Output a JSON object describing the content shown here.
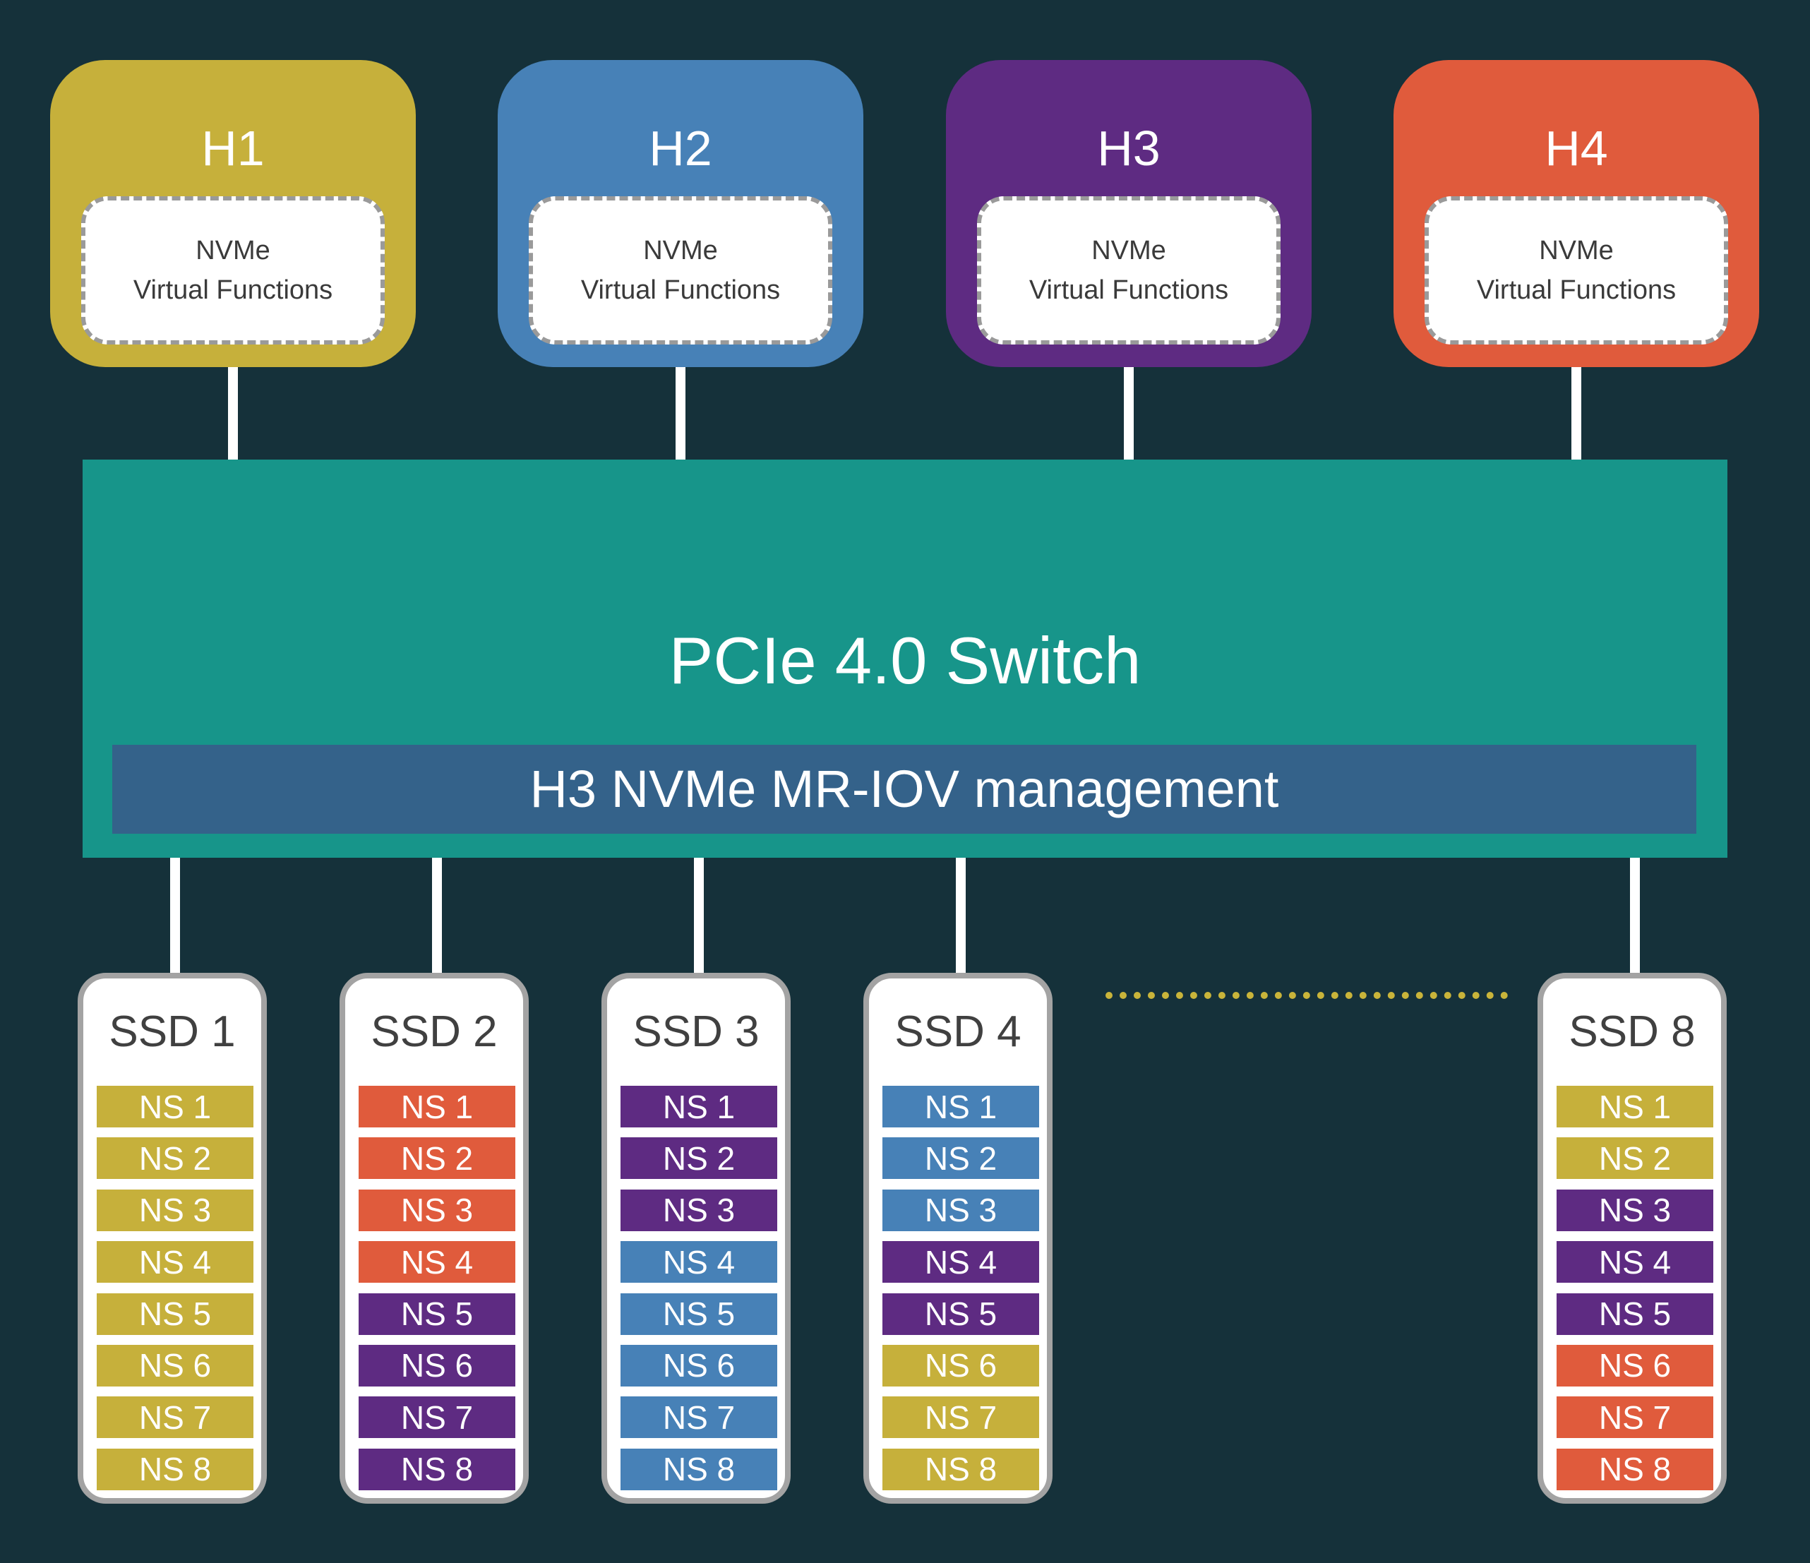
{
  "colors": {
    "background": "#15313a",
    "H1": "#c6b03b",
    "H2": "#4781b7",
    "H3": "#5e2b82",
    "H4": "#e05b3c",
    "switch": "#17958a",
    "management": "#34628a"
  },
  "hosts": [
    {
      "title": "H1",
      "color": "#c6b03b",
      "vf_line1": "NVMe",
      "vf_line2": "Virtual Functions"
    },
    {
      "title": "H2",
      "color": "#4781b7",
      "vf_line1": "NVMe",
      "vf_line2": "Virtual Functions"
    },
    {
      "title": "H3",
      "color": "#5e2b82",
      "vf_line1": "NVMe",
      "vf_line2": "Virtual Functions"
    },
    {
      "title": "H4",
      "color": "#e05b3c",
      "vf_line1": "NVMe",
      "vf_line2": "Virtual Functions"
    }
  ],
  "switch": {
    "title": "PCIe 4.0 Switch",
    "management": "H3 NVMe MR-IOV management"
  },
  "ssds": [
    {
      "title": "SSD 1",
      "namespaces": [
        {
          "label": "NS 1",
          "host": "H1"
        },
        {
          "label": "NS 2",
          "host": "H1"
        },
        {
          "label": "NS 3",
          "host": "H1"
        },
        {
          "label": "NS 4",
          "host": "H1"
        },
        {
          "label": "NS 5",
          "host": "H1"
        },
        {
          "label": "NS 6",
          "host": "H1"
        },
        {
          "label": "NS 7",
          "host": "H1"
        },
        {
          "label": "NS 8",
          "host": "H1"
        }
      ]
    },
    {
      "title": "SSD 2",
      "namespaces": [
        {
          "label": "NS 1",
          "host": "H4"
        },
        {
          "label": "NS 2",
          "host": "H4"
        },
        {
          "label": "NS 3",
          "host": "H4"
        },
        {
          "label": "NS 4",
          "host": "H4"
        },
        {
          "label": "NS 5",
          "host": "H3"
        },
        {
          "label": "NS 6",
          "host": "H3"
        },
        {
          "label": "NS 7",
          "host": "H3"
        },
        {
          "label": "NS 8",
          "host": "H3"
        }
      ]
    },
    {
      "title": "SSD 3",
      "namespaces": [
        {
          "label": "NS 1",
          "host": "H3"
        },
        {
          "label": "NS 2",
          "host": "H3"
        },
        {
          "label": "NS 3",
          "host": "H3"
        },
        {
          "label": "NS 4",
          "host": "H2"
        },
        {
          "label": "NS 5",
          "host": "H2"
        },
        {
          "label": "NS 6",
          "host": "H2"
        },
        {
          "label": "NS 7",
          "host": "H2"
        },
        {
          "label": "NS 8",
          "host": "H2"
        }
      ]
    },
    {
      "title": "SSD 4",
      "namespaces": [
        {
          "label": "NS 1",
          "host": "H2"
        },
        {
          "label": "NS 2",
          "host": "H2"
        },
        {
          "label": "NS 3",
          "host": "H2"
        },
        {
          "label": "NS 4",
          "host": "H3"
        },
        {
          "label": "NS 5",
          "host": "H3"
        },
        {
          "label": "NS 6",
          "host": "H1"
        },
        {
          "label": "NS 7",
          "host": "H1"
        },
        {
          "label": "NS 8",
          "host": "H1"
        }
      ]
    },
    {
      "title": "SSD 8",
      "namespaces": [
        {
          "label": "NS 1",
          "host": "H1"
        },
        {
          "label": "NS 2",
          "host": "H1"
        },
        {
          "label": "NS 3",
          "host": "H3"
        },
        {
          "label": "NS 4",
          "host": "H3"
        },
        {
          "label": "NS 5",
          "host": "H3"
        },
        {
          "label": "NS 6",
          "host": "H4"
        },
        {
          "label": "NS 7",
          "host": "H4"
        },
        {
          "label": "NS 8",
          "host": "H4"
        }
      ]
    }
  ]
}
